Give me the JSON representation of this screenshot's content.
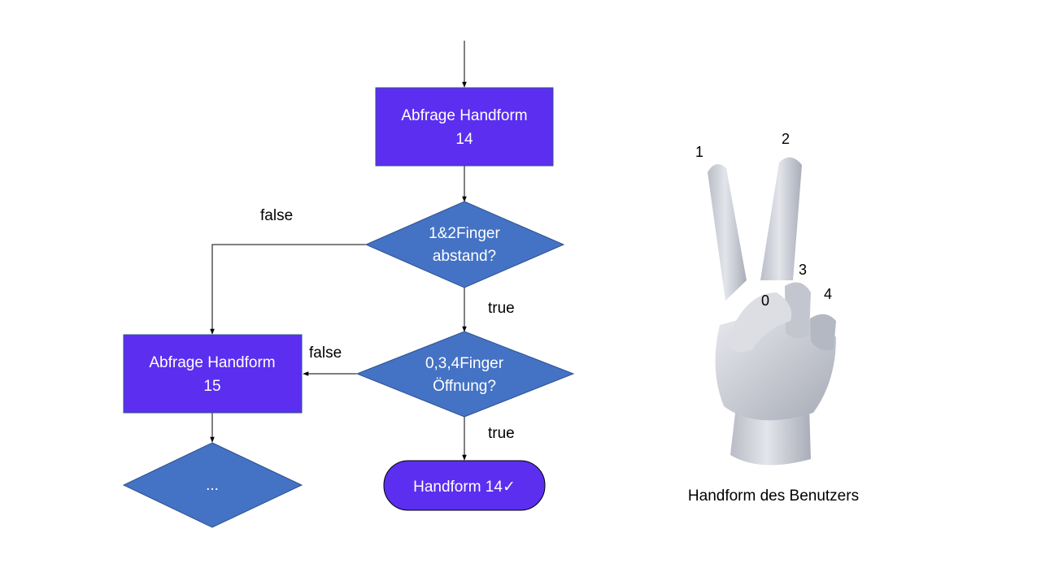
{
  "flowchart": {
    "nodes": {
      "query_14": {
        "lines": [
          "Abfrage Handform",
          "14"
        ]
      },
      "decision_distance": {
        "lines": [
          "1&2Finger",
          "abstand?"
        ]
      },
      "decision_opening": {
        "lines": [
          "0,3,4Finger",
          "Öffnung?"
        ]
      },
      "query_15": {
        "lines": [
          "Abfrage Handform",
          "15"
        ]
      },
      "decision_more": {
        "lines": [
          "..."
        ]
      },
      "result_14": {
        "label": "Handform 14✓"
      }
    },
    "edges": {
      "distance_false": "false",
      "distance_true": "true",
      "opening_false": "false",
      "opening_true": "true"
    },
    "colors": {
      "process_fill": "#5b2ef0",
      "decision_fill": "#4472c4",
      "terminal_fill": "#5b2ef0",
      "node_stroke": "#2f528f",
      "line": "#000000"
    }
  },
  "hand": {
    "caption": "Handform des Benutzers",
    "finger_labels": [
      "1",
      "2",
      "3",
      "4",
      "0"
    ],
    "skin_color": "#d4d6dd"
  }
}
